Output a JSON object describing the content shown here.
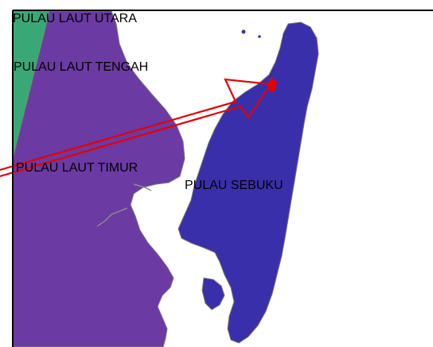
{
  "map": {
    "colors": {
      "sea": "#ffffff",
      "pulau_laut_utara": "#3aa876",
      "pulau_laut_tengah": "#6b3aa3",
      "pulau_laut_timur": "#6b3aa3",
      "pulau_sebuku": "#3a2fab",
      "coastline": "#7a7a7a",
      "frame": "#000000",
      "pointer_arrow": "#e60000"
    },
    "labels": {
      "utara": "PULAU LAUT UTARA",
      "tengah": "PULAU LAUT TENGAH",
      "timur": "PULAU LAUT TIMUR",
      "sebuku": "PULAU SEBUKU"
    },
    "marker": "location-pin-icon"
  }
}
